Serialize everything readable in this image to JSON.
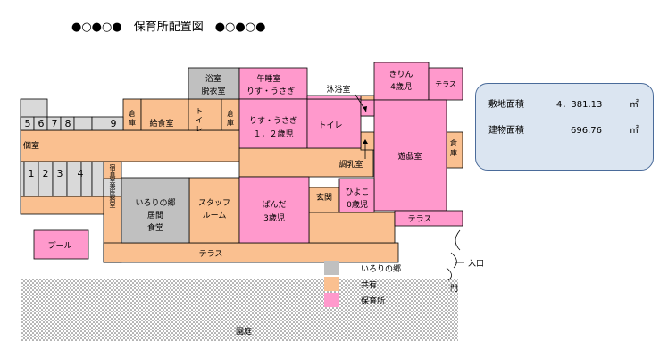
{
  "title": "●○●○●　保育所配置図　●○●○●",
  "rooms": {
    "r5": "5",
    "r6": "6",
    "r7": "7",
    "r8": "8",
    "r9": "9",
    "r1": "1",
    "r2": "2",
    "r3": "3",
    "r4": "4",
    "individual": "個室",
    "storage_left_1": "倉",
    "storage_left_2": "庫",
    "kitchen": "給食室",
    "toilet_small_1": "ト",
    "toilet_small_2": "イ",
    "toilet_small_3": "レ",
    "storage_mid_1": "倉",
    "storage_mid_2": "庫",
    "bath_1": "浴室",
    "bath_2": "脱衣室",
    "nap_1": "午睡室",
    "nap_2": "りす・うさぎ",
    "risu_1": "りす・うさぎ",
    "risu_2": "１，２歳児",
    "toilet": "トイレ",
    "bath_room": "沐浴室",
    "kirin_1": "きりん",
    "kirin_2": "4歳児",
    "terrace_top": "テラス",
    "playroom": "遊戯室",
    "storage_right_1": "倉",
    "storage_right_2": "庫",
    "nursing": "調乳室",
    "night_duty": "宿直室兼医務室",
    "irori_1": "いろりの郷",
    "irori_2": "居間",
    "irori_3": "食堂",
    "staff_1": "スタッフ",
    "staff_2": "ルーム",
    "panda_1": "ぱんだ",
    "panda_2": "3歳児",
    "entrance_hall": "玄関",
    "hiyoko_1": "ひよこ",
    "hiyoko_2": "0歳児",
    "terrace_right": "テラス",
    "terrace_bottom": "テラス",
    "pool": "プール"
  },
  "legend": [
    {
      "label": "いろりの郷",
      "color": "#c0c0c0"
    },
    {
      "label": "共有",
      "color": "#fac090"
    },
    {
      "label": "保育所",
      "color": "#ff99cc"
    }
  ],
  "info": {
    "site_label": "敷地面積",
    "site_value": "4．381.13",
    "site_unit": "㎡",
    "building_label": "建物面積",
    "building_value": "696.76",
    "building_unit": "㎡"
  },
  "entrance": "入口",
  "gate": "門",
  "garden": "園庭",
  "colors": {
    "irori": "#c0c0c0",
    "shared": "#fac090",
    "nursery": "#ff99cc",
    "private_rooms": "#d9d9d9",
    "info_box": "#dbe5f1"
  }
}
